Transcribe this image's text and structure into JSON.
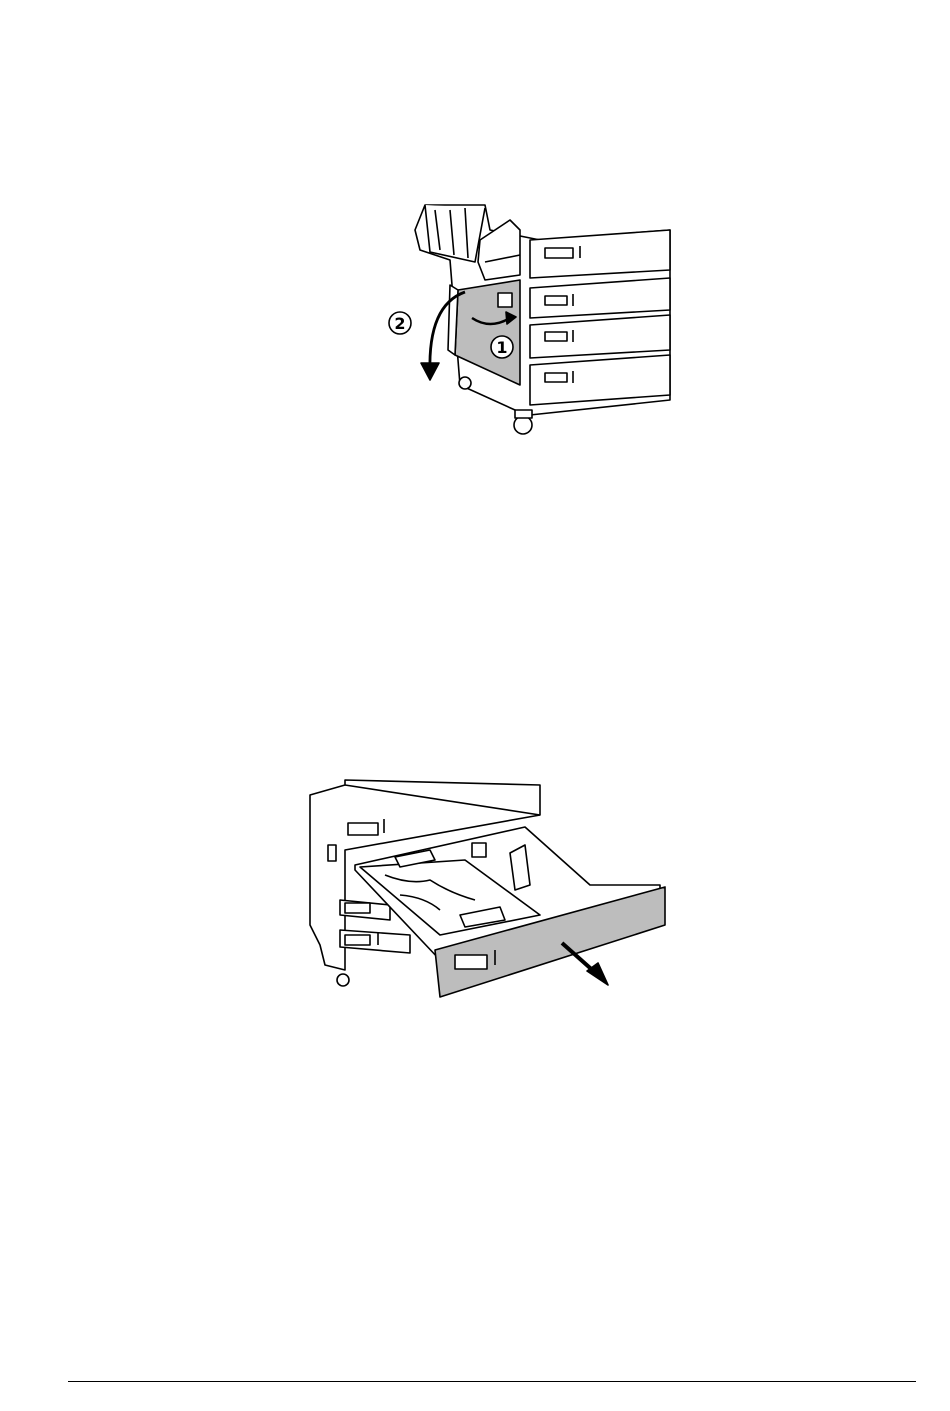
{
  "figures": [
    {
      "id": "open-left-cover",
      "step_labels": [
        "②",
        "①"
      ]
    },
    {
      "id": "pull-out-tray",
      "step_labels": []
    }
  ],
  "colors": {
    "line": "#000000",
    "fill_gray": "#bdbdbd",
    "paper": "#ffffff"
  }
}
